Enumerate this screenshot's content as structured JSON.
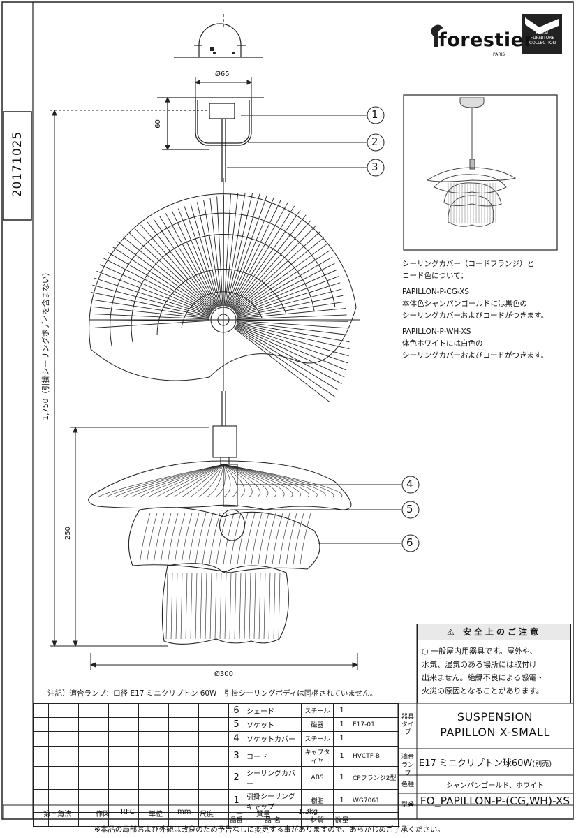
{
  "doc_id": "20171025",
  "brand": {
    "name": "forestier",
    "city": "PARIS",
    "collection_line1": "ROYAL",
    "collection_line2": "FURNITURE",
    "collection_line3": "COLLECTION"
  },
  "dimensions": {
    "diameter_top": "Ø65",
    "height_cover": "60",
    "total_height": "1,750（引掛シーリングボディを含まない）",
    "lower_height": "250",
    "diameter_shade": "Ø300"
  },
  "callouts": [
    "1",
    "2",
    "3",
    "4",
    "5",
    "6"
  ],
  "notes": {
    "heading1": "シーリングカバー（コードフランジ）と",
    "heading2": "コード色について：",
    "model_cg": "PAPILLON-P-CG-XS",
    "cg_line1": "本体色シャンパンゴールドには黒色の",
    "cg_line2": "シーリングカバーおよびコードがつきます。",
    "model_wh": "PAPILLON-P-WH-XS",
    "wh_line1": "体色ホワイトには白色の",
    "wh_line2": "シーリングカバーおよびコードがつきます。"
  },
  "safety": {
    "title": "⚠ 安全上のご注意",
    "line1": "○ 一般屋内用器具です。屋外や、",
    "line2": "水気、湿気のある場所には取付け",
    "line3": "出来ません。絶縁不良による感電・",
    "line4": "火災の原因となることがあります。"
  },
  "footnote_lamp": "注記）適合ランプ：口径 E17 ミニクリプトン 60W　引掛シーリングボディは同梱されていません。",
  "parts": [
    {
      "no": "6",
      "name": "シェード",
      "material": "スチール",
      "qty": "1",
      "note": ""
    },
    {
      "no": "5",
      "name": "ソケット",
      "material": "磁器",
      "qty": "1",
      "note": "E17-01"
    },
    {
      "no": "4",
      "name": "ソケットカバー",
      "material": "スチール",
      "qty": "1",
      "note": ""
    },
    {
      "no": "3",
      "name": "コード",
      "material": "キャブタイヤ",
      "qty": "1",
      "note": "HVCTF-B"
    },
    {
      "no": "2",
      "name": "シーリングカバー",
      "material": "ABS",
      "qty": "1",
      "note": "CPフランジ2型"
    },
    {
      "no": "1",
      "name": "引掛シーリングキャップ",
      "material": "樹脂",
      "qty": "1",
      "note": "WG7061"
    }
  ],
  "bom_header": {
    "no": "品番",
    "name": "品 名",
    "material": "材質",
    "qty": "数量"
  },
  "title_block": {
    "label_type": "器具タイプ",
    "type_line1": "SUSPENSION",
    "type_line2": "PAPILLON X-SMALL",
    "label_lamp": "適合ランプ",
    "lamp": "E17 ミニクリプトン球60W",
    "lamp_note": "(別売)",
    "label_color": "色種",
    "color": "シャンパンゴールド、ホワイト",
    "label_model": "型番",
    "model": "FO_PAPILLON-P-(CG,WH)-XS"
  },
  "bottom_row": {
    "projection": "第三角法",
    "drawn_label": "作図",
    "drawn": "RFC",
    "unit_label": "単位",
    "unit": "mm",
    "scale_label": "尺度",
    "scale": "ー",
    "weight_label": "質量",
    "weight": "1.3kg"
  },
  "disclaimer": "※本品の局部および外観は改良のため予告なしに変更する事がありますので、あらかじめご了承ください。"
}
